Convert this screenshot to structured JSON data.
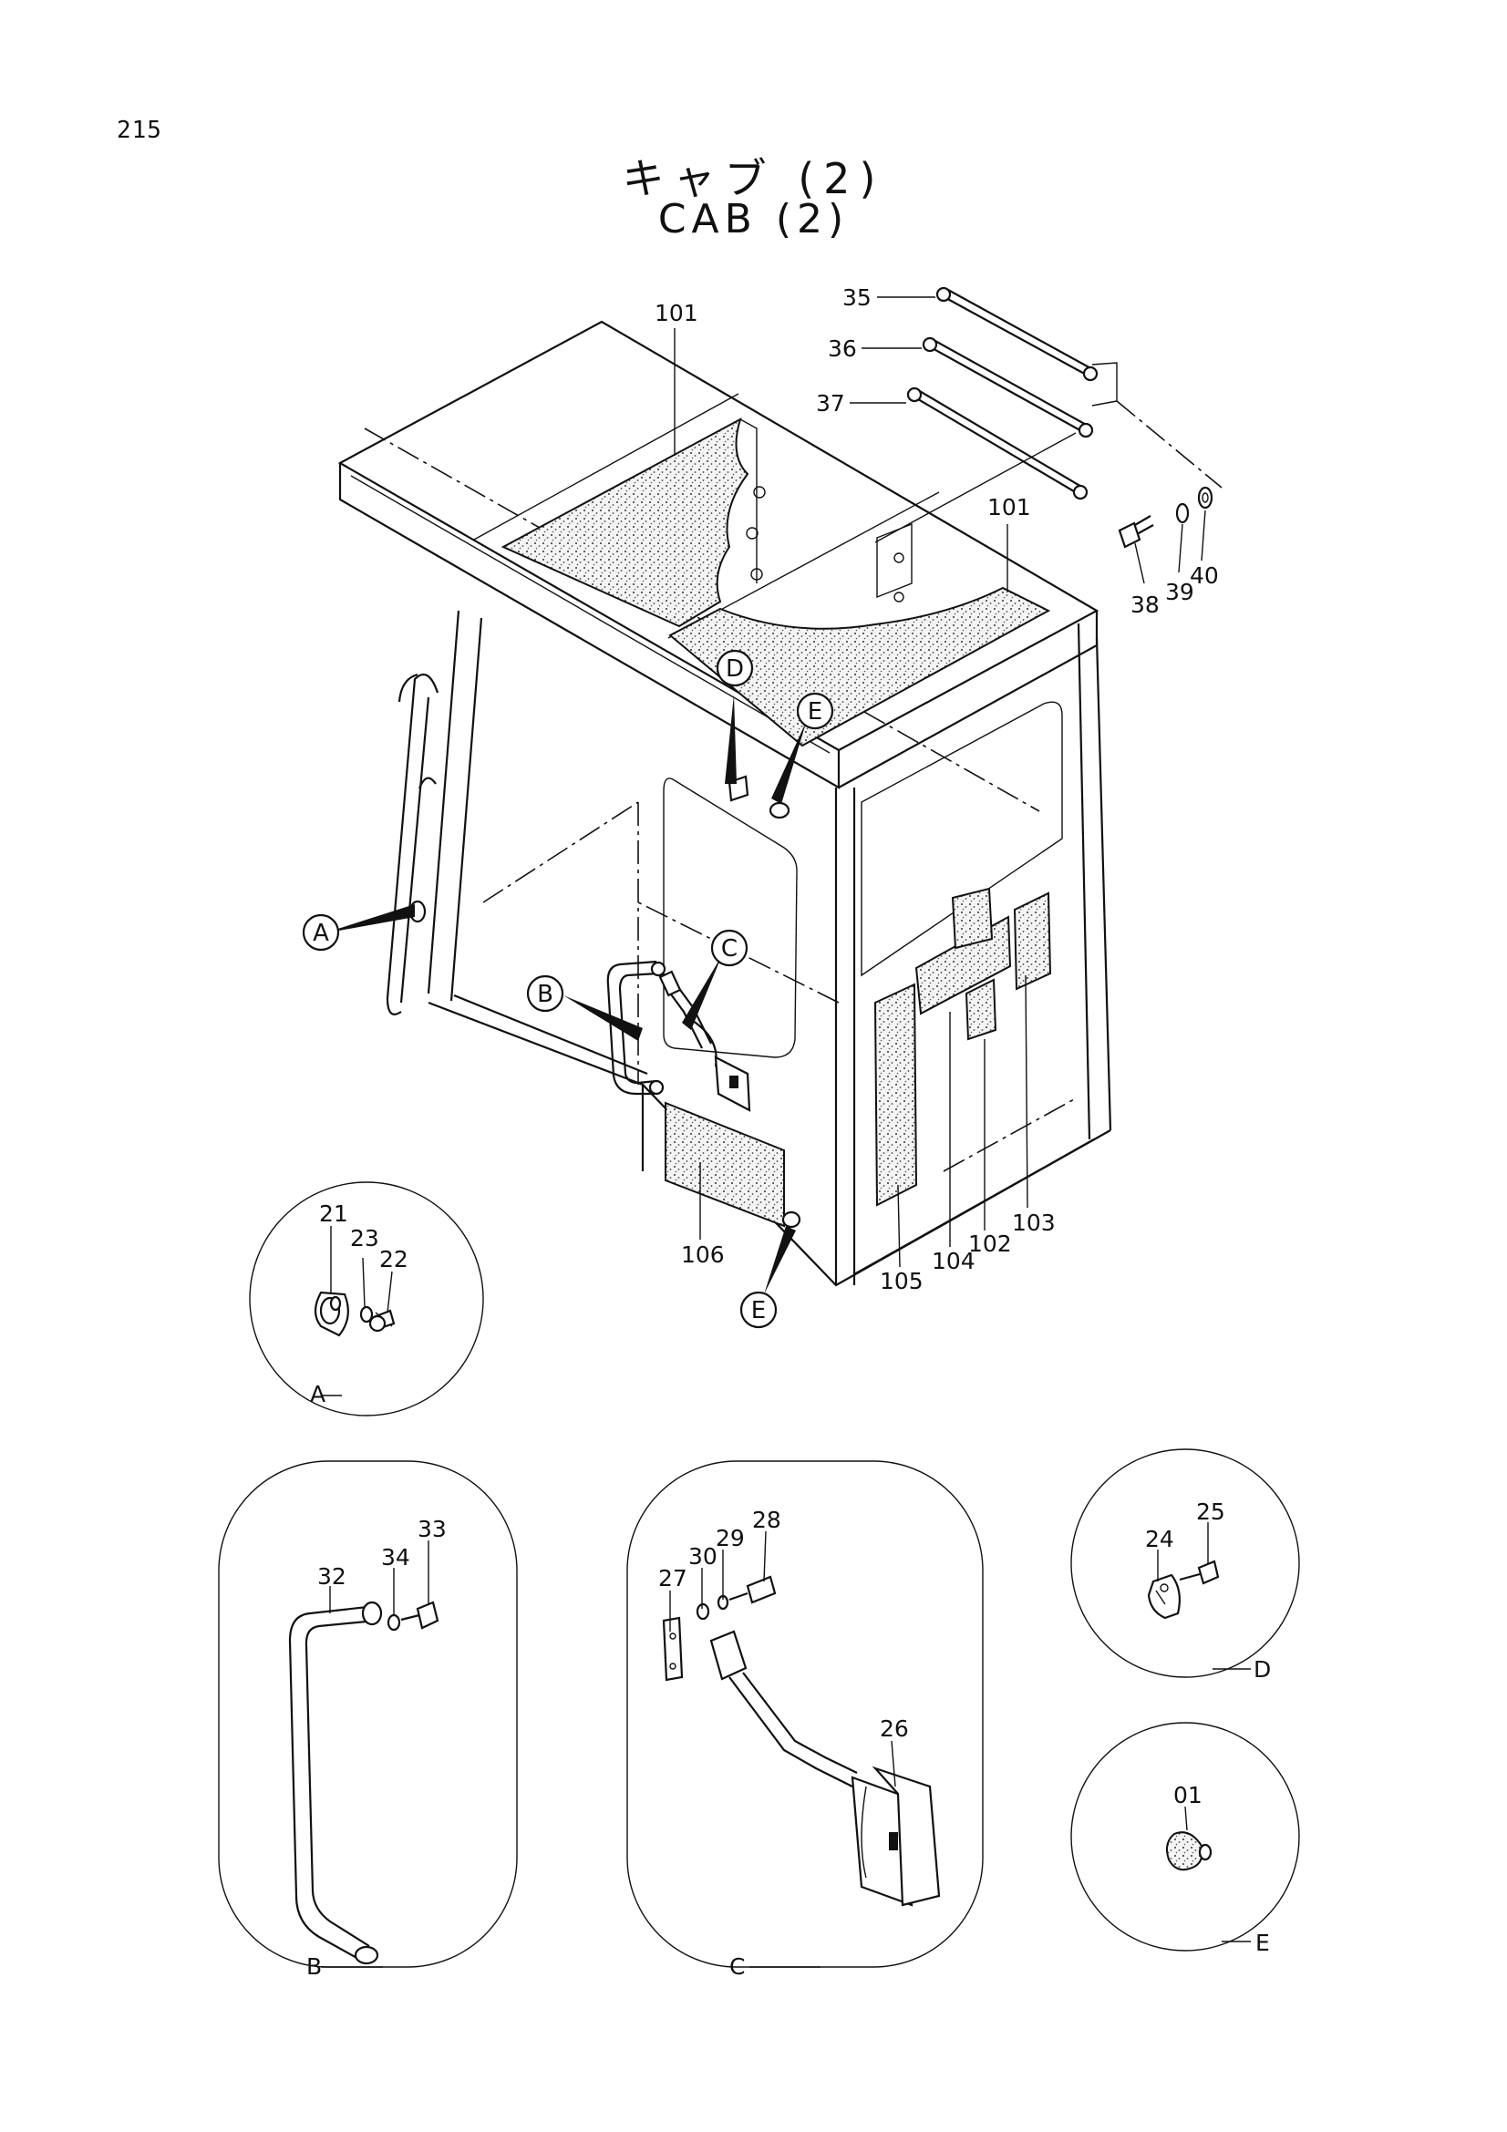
{
  "page_number": "215",
  "title_jp": "キャブ (2)",
  "title_en": "CAB (2)",
  "callouts": {
    "a": "A",
    "b": "B",
    "c": "C",
    "d": "D",
    "e1": "E",
    "e2": "E"
  },
  "part_labels": {
    "p35": "35",
    "p36": "36",
    "p37": "37",
    "p38": "38",
    "p39": "39",
    "p40": "40",
    "p101a": "101",
    "p101b": "101",
    "p102": "102",
    "p103": "103",
    "p104": "104",
    "p105": "105",
    "p106": "106"
  },
  "detail_views": [
    {
      "name": "A",
      "parts": [
        "21",
        "23",
        "22"
      ]
    },
    {
      "name": "B",
      "parts": [
        "32",
        "34",
        "33"
      ]
    },
    {
      "name": "C",
      "parts": [
        "27",
        "30",
        "29",
        "28",
        "26"
      ]
    },
    {
      "name": "D",
      "parts": [
        "24",
        "25"
      ]
    },
    {
      "name": "E",
      "parts": [
        "01"
      ]
    }
  ]
}
